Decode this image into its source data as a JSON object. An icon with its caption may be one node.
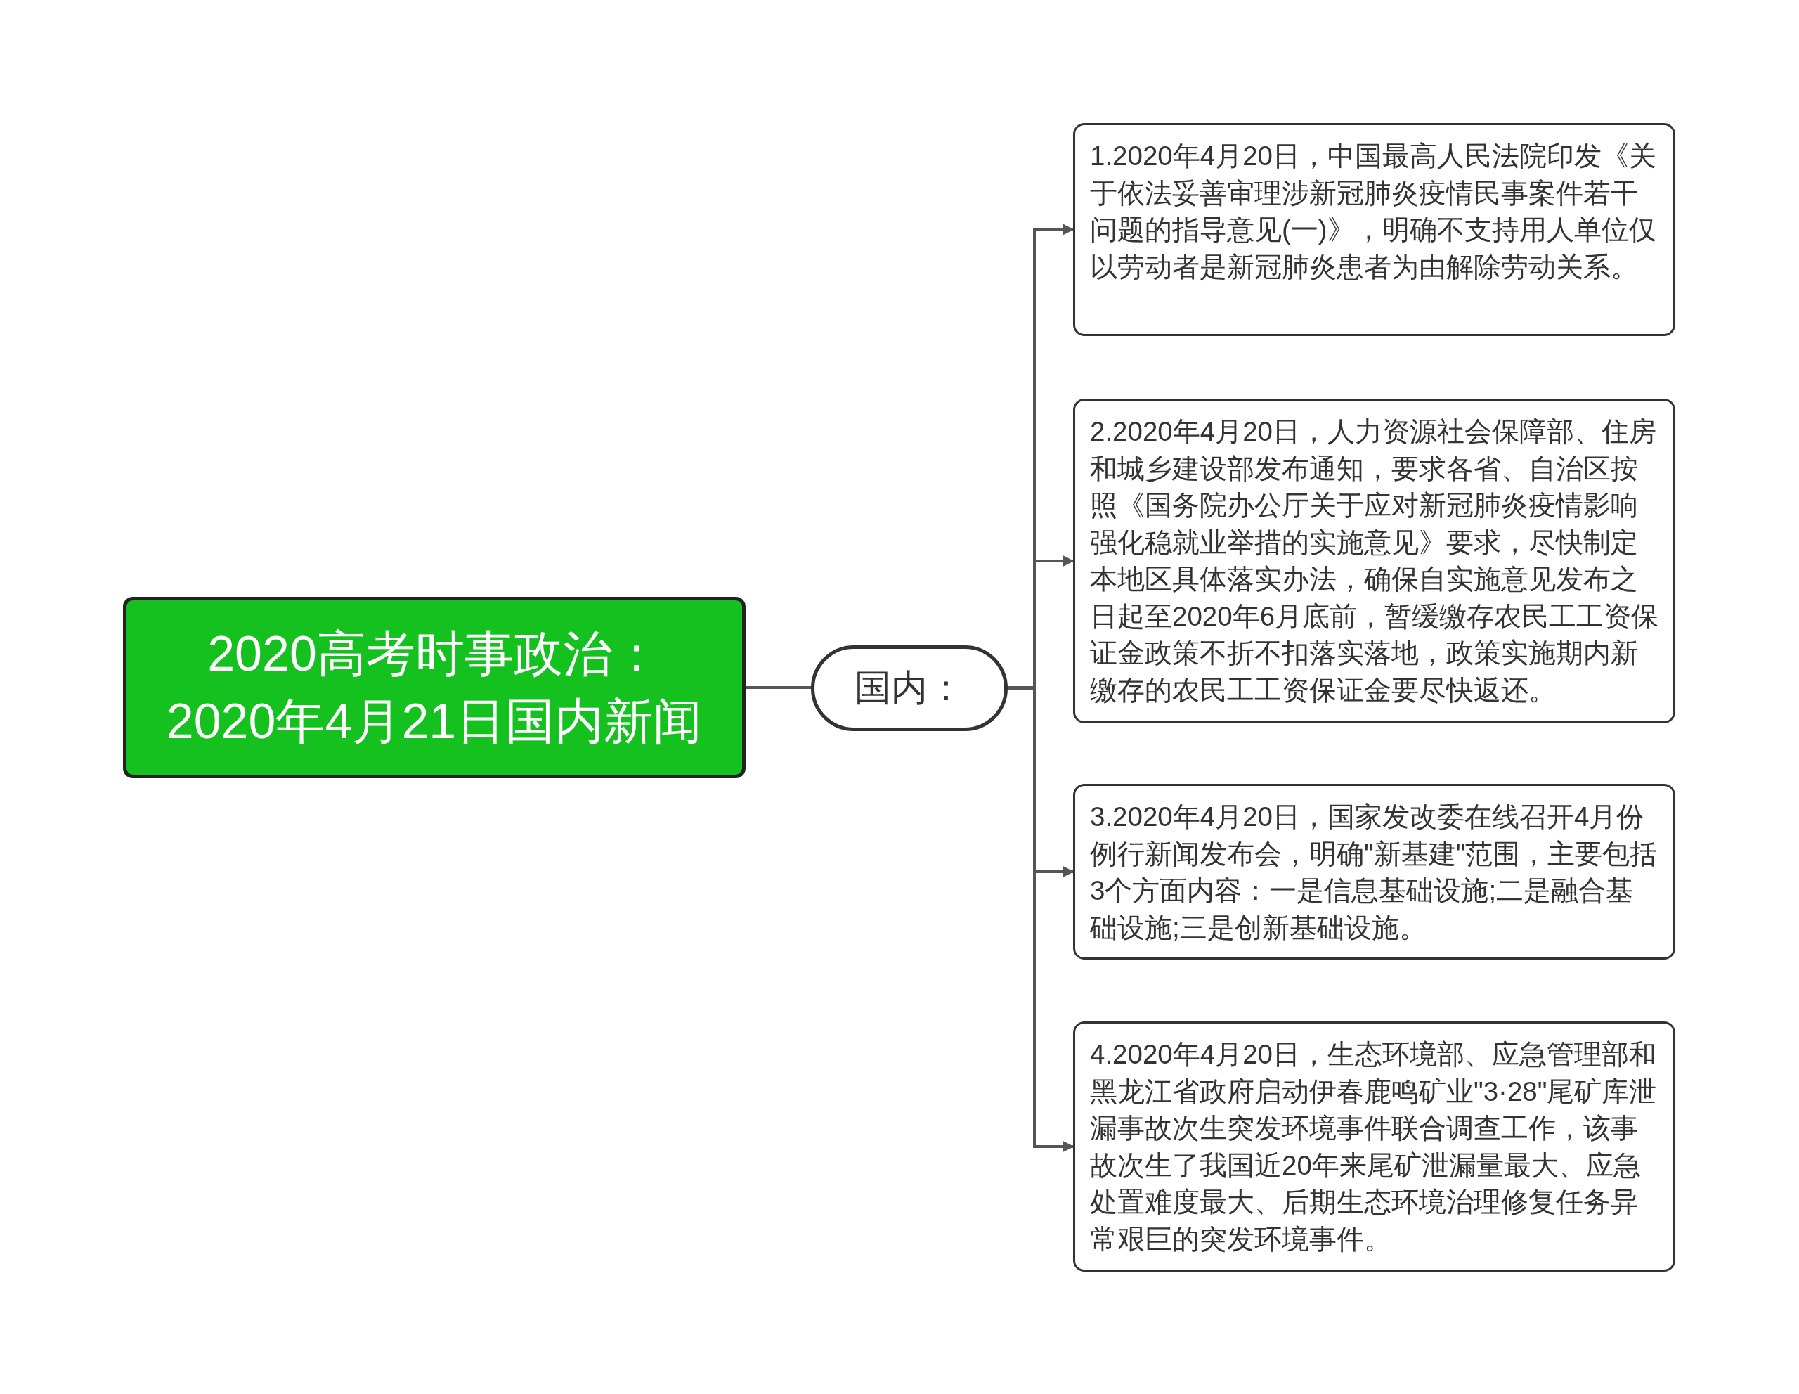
{
  "diagram": {
    "nodes": [
      {
        "text": [
          "2020高考时事政治：2020年4月21日国内新闻"
        ]
      },
      {
        "text": [
          "国内："
        ]
      },
      {
        "text": [
          "1.2020年4月20日，中国最高人民法院印发《关于依法妥善审理涉新冠肺炎疫情民事案件若干问题的指导意见(一)》，明确不支持用人单位仅以劳动者是新冠肺炎患者为由解除劳动关系。"
        ]
      },
      {
        "text": [
          "2.2020年4月20日，人力资源社会保障部、住房和城乡建设部发布通知，要求各省、自治区按照《国务院办公厅关于应对新冠肺炎疫情影响强化稳就业举措的实施意见》要求，尽快制定本地区具体落实办法，确保自实施意见发布之日起至2020年6月底前，暂缓缴存农民工工资保证金政策不折不扣落实落地，政策实施期内新缴存的农民工工资保证金要尽快返还。"
        ]
      },
      {
        "text": [
          "3.2020年4月20日，国家发改委在线召开4月份例行新闻发布会，明确\"新基建\"范围，主要包括3个方面内容：一是信息基础设施;二是融合基础设施;三是创新基础设施。"
        ]
      },
      {
        "text": [
          "4.2020年4月20日，生态环境部、应急管理部和黑龙江省政府启动伊春鹿鸣矿业\"3·28\"尾矿库泄漏事故次生突发环境事件联合调查工作，该事故次生了我国近20年来尾矿泄漏量最大、应急处置难度最大、后期生态环境治理修复任务异常艰巨的突发环境事件。"
        ]
      }
    ],
    "edges": [
      {
        "from": 0,
        "to": 1,
        "arrow": "to"
      },
      {
        "from": 1,
        "to": 2,
        "arrow": "to"
      },
      {
        "from": 1,
        "to": 3,
        "arrow": "to"
      },
      {
        "from": 1,
        "to": 4,
        "arrow": "to"
      },
      {
        "from": 1,
        "to": 5,
        "arrow": "to"
      }
    ]
  }
}
